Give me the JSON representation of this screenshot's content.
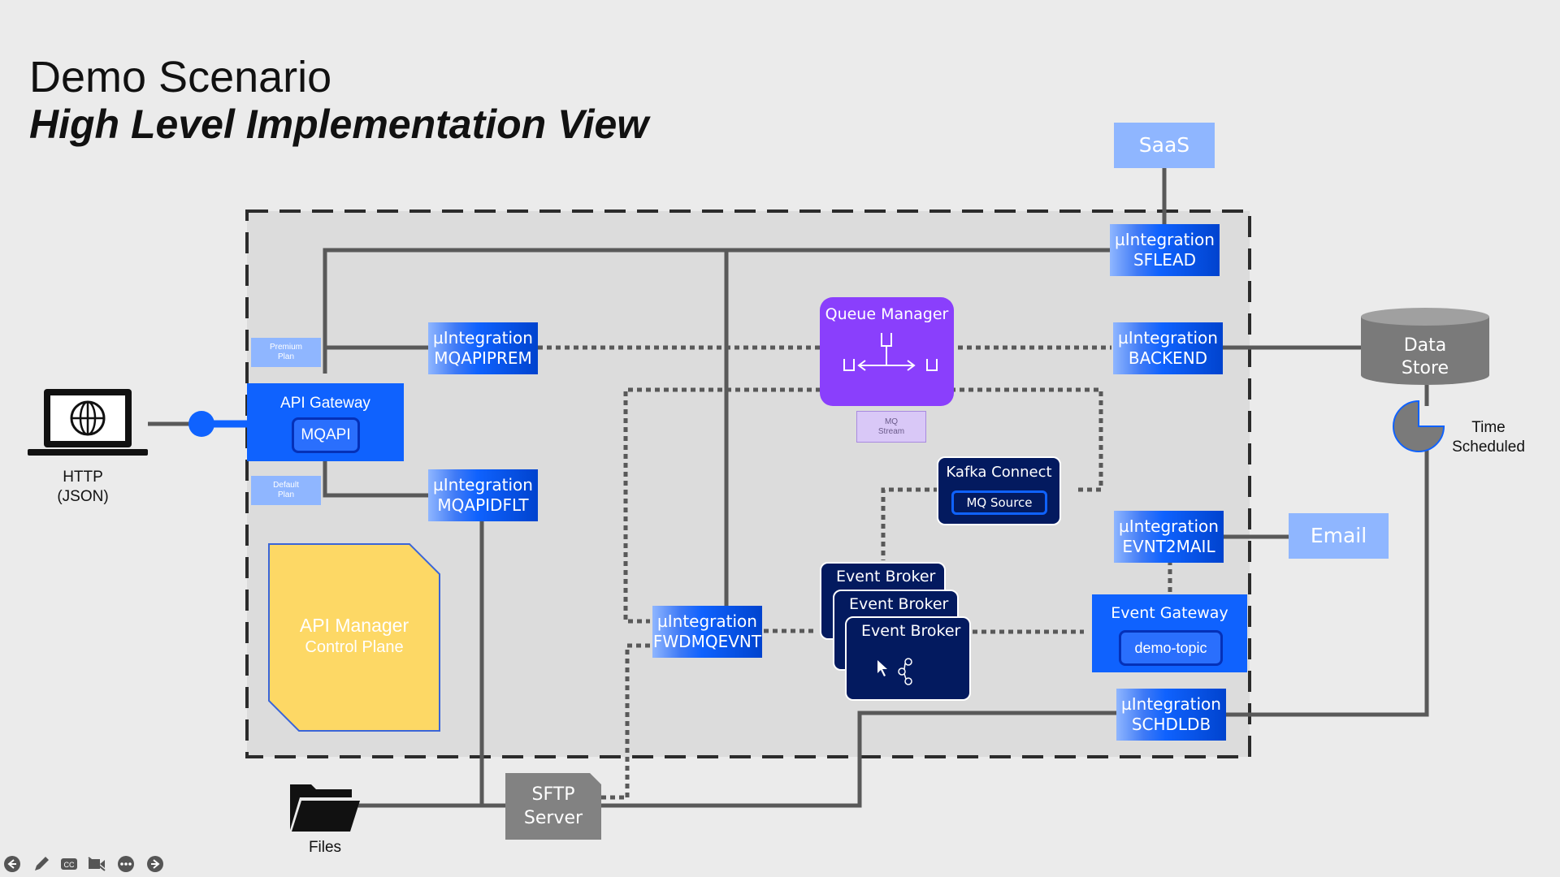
{
  "title": {
    "line1": "Demo Scenario",
    "line2": "High Level Implementation View"
  },
  "client": {
    "icon": "globe-laptop-icon",
    "label_line1": "HTTP",
    "label_line2": "(JSON)"
  },
  "api_gateway": {
    "title": "API Gateway",
    "api": "MQAPI"
  },
  "plans": {
    "premium": [
      "Premium",
      "Plan"
    ],
    "default": [
      "Default",
      "Plan"
    ]
  },
  "api_manager": {
    "line1": "API Manager",
    "line2": "Control Plane"
  },
  "integrations": {
    "sflead": [
      "µIntegration",
      "SFLEAD"
    ],
    "mqapiprem": [
      "µIntegration",
      "MQAPIPREM"
    ],
    "mqapidflt": [
      "µIntegration",
      "MQAPIDFLT"
    ],
    "backend": [
      "µIntegration",
      "BACKEND"
    ],
    "evnt2mail": [
      "µIntegration",
      "EVNT2MAIL"
    ],
    "fwdmqevnt": [
      "µIntegration",
      "FWDMQEVNT"
    ],
    "schdldb": [
      "µIntegration",
      "SCHDLDB"
    ]
  },
  "saas": "SaaS",
  "queue_manager": {
    "title": "Queue Manager",
    "stream": [
      "MQ",
      "Stream"
    ]
  },
  "kafka_connect": {
    "title": "Kafka Connect",
    "source": "MQ Source"
  },
  "event_brokers": [
    "Event Broker",
    "Event Broker",
    "Event Broker"
  ],
  "event_gateway": {
    "title": "Event Gateway",
    "topic": "demo-topic"
  },
  "data_store": [
    "Data",
    "Store"
  ],
  "timer": [
    "Time",
    "Scheduled"
  ],
  "email": "Email",
  "sftp": [
    "SFTP",
    "Server"
  ],
  "files": "Files",
  "colors": {
    "integration_blue": "#0f62fe",
    "light_blue": "#8fb6ff",
    "queue_manager_purple": "#8a3ffc",
    "navy": "#031a5f",
    "api_manager_yellow": "#fdd865",
    "gray_connector": "#595959"
  },
  "controls": [
    "back-icon",
    "pen-icon",
    "cc-icon",
    "video-icon",
    "more-icon",
    "forward-icon"
  ]
}
